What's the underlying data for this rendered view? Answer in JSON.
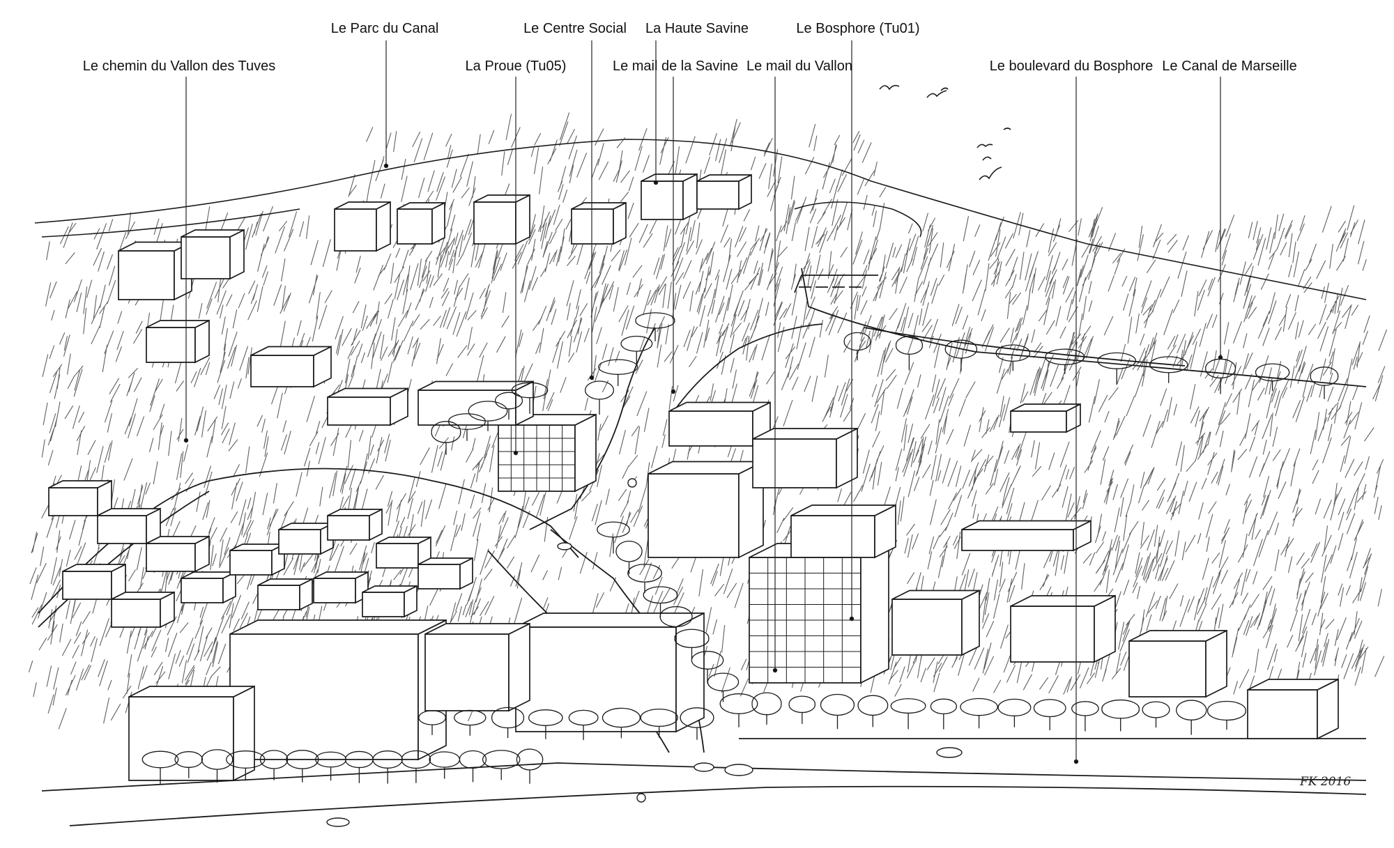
{
  "labels": {
    "chemin_vallon_tuves": "Le chemin du Vallon des Tuves",
    "parc_du_canal": "Le Parc du Canal",
    "centre_social": "Le Centre Social",
    "haute_savine": "La Haute Savine",
    "bosphore_tu01": "Le Bosphore (Tu01)",
    "proue_tu05": "La Proue (Tu05)",
    "mail_savine": "Le mail de la Savine",
    "mail_vallon": "Le mail du Vallon",
    "boulevard_bosphore": "Le boulevard du Bosphore",
    "canal_marseille": "Le Canal de Marseille"
  },
  "signature": "FK 2016",
  "style": {
    "ink": "#1a1a1a",
    "paper": "#ffffff"
  }
}
